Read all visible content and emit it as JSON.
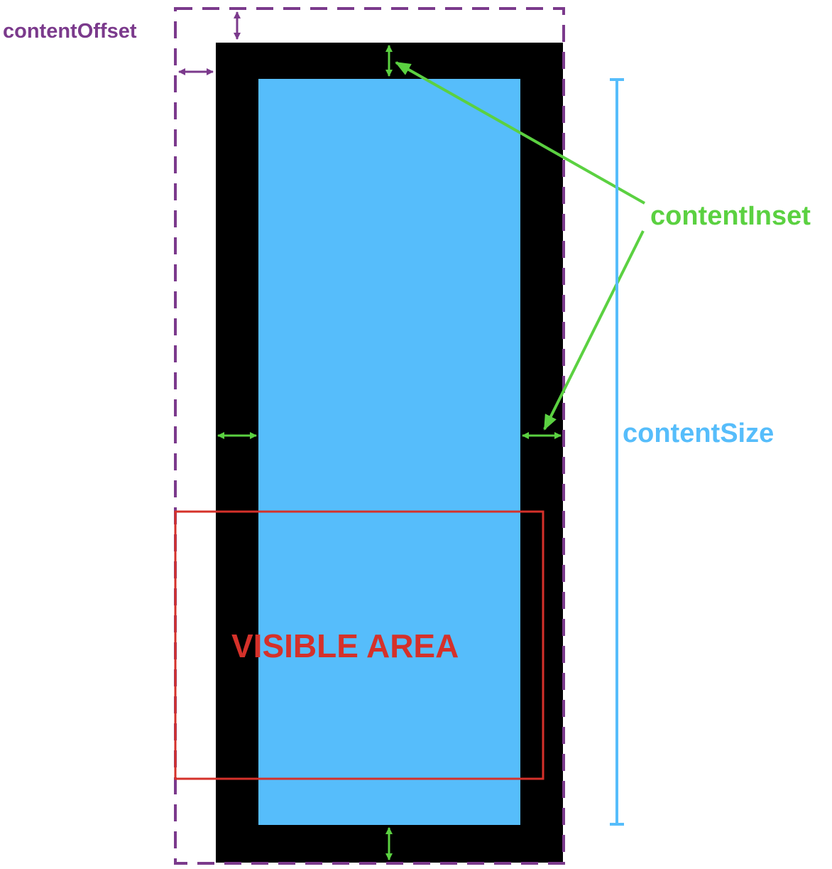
{
  "labels": {
    "content_offset": "contentOffset",
    "content_inset": "contentInset",
    "content_size": "contentSize",
    "visible_area": "VISIBLE AREA"
  },
  "colors": {
    "content_offset": "#7b3a8c",
    "content_inset": "#5bd141",
    "content_size": "#56bdfb",
    "visible_area": "#d5312a",
    "scroll_frame": "#000000",
    "content_fill": "#56bdfb"
  }
}
